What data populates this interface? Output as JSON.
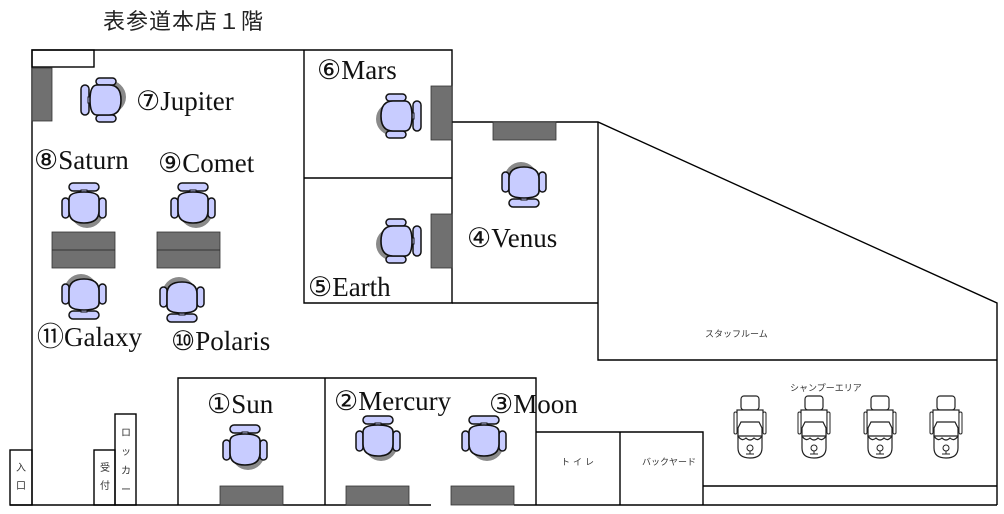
{
  "title": "表参道本店１階",
  "colors": {
    "wall": "#000000",
    "desk": "#707070",
    "chair_fill": "#c8ccff",
    "chair_shadow": "#8a8a8a"
  },
  "seats": [
    {
      "id": 1,
      "label": "①Sun"
    },
    {
      "id": 2,
      "label": "②Mercury"
    },
    {
      "id": 3,
      "label": "③Moon"
    },
    {
      "id": 4,
      "label": "④Venus"
    },
    {
      "id": 5,
      "label": "⑤Earth"
    },
    {
      "id": 6,
      "label": "⑥Mars"
    },
    {
      "id": 7,
      "label": "⑦Jupiter"
    },
    {
      "id": 8,
      "label": "⑧Saturn"
    },
    {
      "id": 9,
      "label": "⑨Comet"
    },
    {
      "id": 10,
      "label": "⑩Polaris"
    },
    {
      "id": 11,
      "label": "⑪Galaxy"
    }
  ],
  "rooms": {
    "staff_room": "スタッフルーム",
    "shampoo_area": "シャンプーエリア",
    "toilet": "トイレ",
    "backyard": "バックヤード",
    "entrance": [
      "入",
      "口"
    ],
    "reception": [
      "受",
      "付"
    ],
    "locker": [
      "ロ",
      "ッ",
      "カ",
      "ー"
    ]
  },
  "shampoo_chairs": 4
}
